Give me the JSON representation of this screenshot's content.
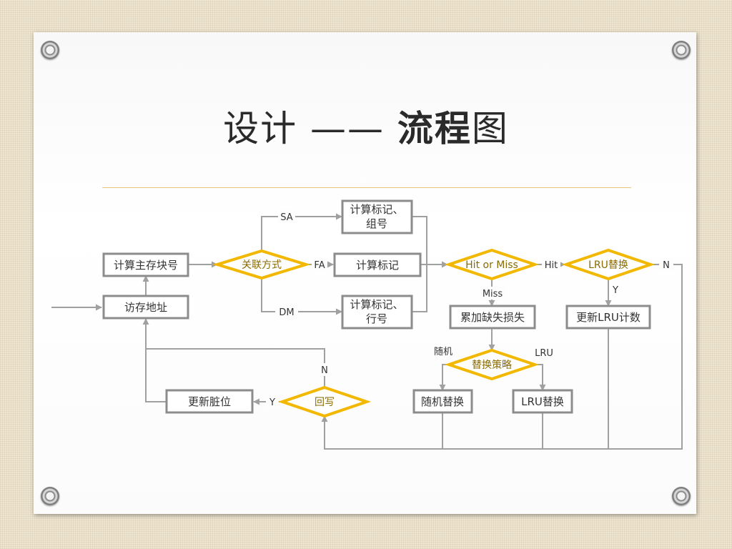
{
  "slide": {
    "title_part1": "设计 —— ",
    "title_bold": "流程",
    "title_part2": "图"
  },
  "flowchart": {
    "nodes": {
      "calc_block": "计算主存块号",
      "access_addr": "访存地址",
      "assoc": "关联方式",
      "sa_line1": "计算标记、",
      "sa_line2": "组号",
      "fa": "计算标记",
      "dm_line1": "计算标记、",
      "dm_line2": "行号",
      "hit_miss": "Hit or Miss",
      "lru_replace": "LRU替换",
      "update_lru": "更新LRU计数",
      "accum_miss": "累加缺失损失",
      "policy": "替换策略",
      "random_replace": "随机替换",
      "lru_replace2": "LRU替换",
      "writeback": "回写",
      "update_dirty": "更新脏位"
    },
    "edge_labels": {
      "sa": "SA",
      "fa": "FA",
      "dm": "DM",
      "hit": "Hit",
      "miss": "Miss",
      "lru_n": "N",
      "lru_y": "Y",
      "random": "随机",
      "lru": "LRU",
      "wb_n": "N",
      "wb_y": "Y"
    }
  }
}
